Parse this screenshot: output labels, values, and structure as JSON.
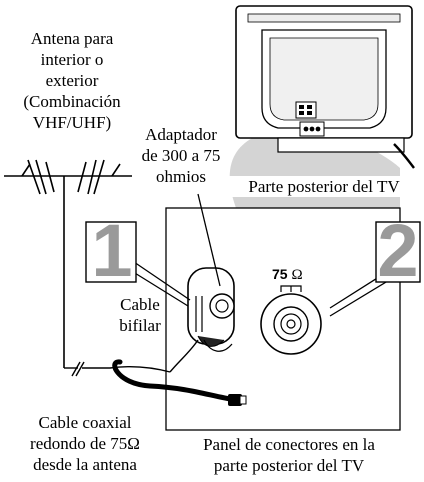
{
  "labels": {
    "antenna": [
      "Antena para",
      "interior o",
      "exterior",
      "(Combinación",
      "VHF/UHF)"
    ],
    "adapter": [
      "Adaptador",
      "de 300 a 75",
      "ohmios"
    ],
    "tv_back": "Parte posterior del TV",
    "twin_lead": [
      "Cable",
      "bifilar"
    ],
    "coax": [
      "Cable coaxial",
      "redondo de 75Ω",
      "desde la antena"
    ],
    "panel": [
      "Panel de conectores en la",
      "parte posterior del TV"
    ]
  },
  "steps": {
    "one": "1",
    "two": "2"
  },
  "connector": {
    "value": "75",
    "unit": "Ω"
  },
  "colors": {
    "ink": "#000000",
    "step_gray": "#9a9a9a",
    "tv_gray": "#d6d6d6",
    "beam_gray": "#cfcfcf"
  }
}
